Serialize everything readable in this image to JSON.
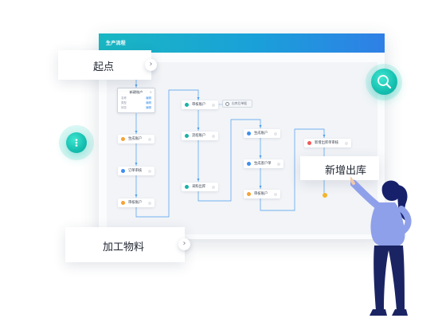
{
  "window": {
    "title": "生产流程"
  },
  "callouts": {
    "start": "起点",
    "process": "加工物料",
    "newOut": "新增出库"
  },
  "startCard": {
    "title": "新建账户",
    "rows": [
      {
        "k": "名称",
        "v": "编辑"
      },
      {
        "k": "类型",
        "v": "编辑"
      },
      {
        "k": "状态",
        "v": "编辑"
      }
    ]
  },
  "nodes": {
    "col1": [
      "生成账户",
      "订单审核",
      "审核账户"
    ],
    "col2": [
      "审核账户",
      "流程账户",
      "采购出库"
    ],
    "col3": [
      "生成账户",
      "生成客户单",
      "审核账户"
    ],
    "col4": [
      "新增出库单审核"
    ]
  },
  "tag": "出库后单据",
  "icons": {
    "search": "search-icon",
    "more": "more-vertical-icon",
    "chevron": "chevron-right-icon"
  },
  "colors": {
    "accent": "#17b8ad",
    "headerStart": "#19b7c2",
    "headerEnd": "#2f7fe6",
    "person": "#1b2463"
  }
}
